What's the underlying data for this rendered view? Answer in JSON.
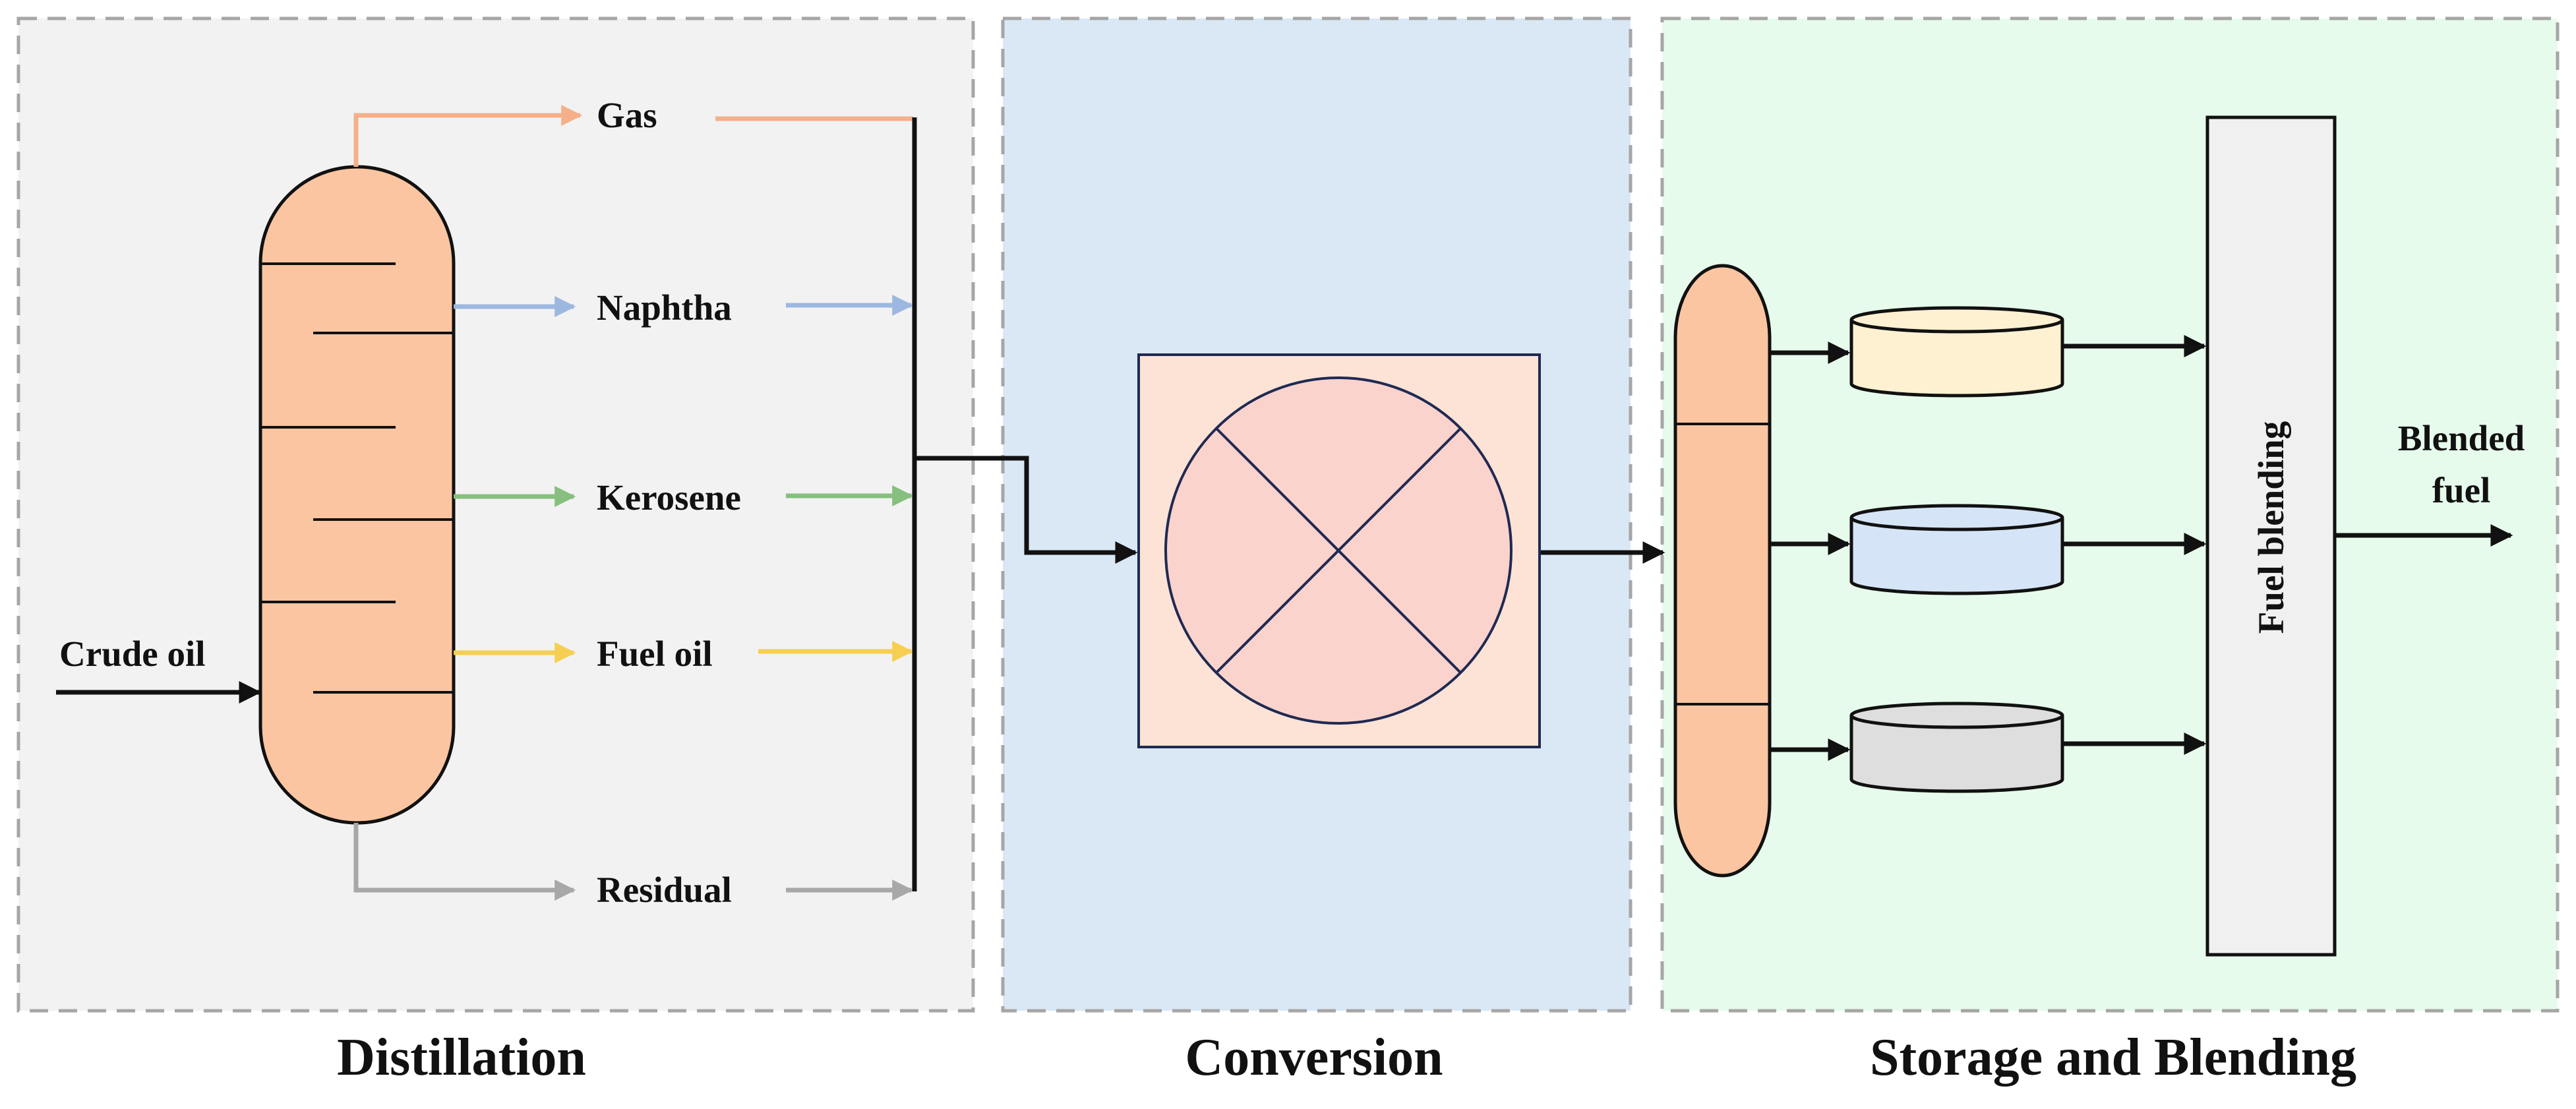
{
  "sections": {
    "distillation": "Distillation",
    "conversion": "Conversion",
    "storage": "Storage and Blending"
  },
  "inputs": {
    "crude_oil": "Crude oil"
  },
  "fractions": {
    "gas": "Gas",
    "naphtha": "Naphtha",
    "kerosene": "Kerosene",
    "fuel_oil": "Fuel oil",
    "residual": "Residual"
  },
  "blending": {
    "unit": "Fuel blending",
    "output_line1": "Blended",
    "output_line2": "fuel"
  },
  "colors": {
    "distillation_bg": "#f2f2f2",
    "conversion_bg": "#dae8f5",
    "storage_bg": "#e7fbec",
    "vessel_fill": "#fbc5a2",
    "reactor_box": "#fde3d6",
    "reactor_circle": "#fbd3cd",
    "gas_arrow": "#f5b08a",
    "naphtha_arrow": "#9db8e0",
    "kerosene_arrow": "#86bf7e",
    "fuel_oil_arrow": "#f6cf52",
    "residual_arrow": "#a8a8a8",
    "tank1": "#fdf1d2",
    "tank2": "#d6e4f7",
    "tank3": "#dedede",
    "blender_fill": "#f0f0f0"
  }
}
